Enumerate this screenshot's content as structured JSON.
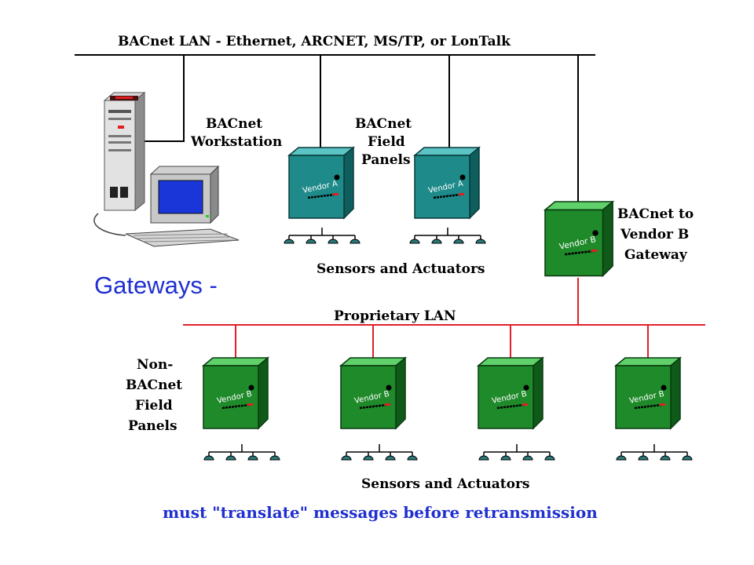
{
  "labels": {
    "bacnet_lan": "BACnet LAN - Ethernet, ARCNET, MS/TP, or LonTalk",
    "workstation": [
      "BACnet",
      "Workstation"
    ],
    "field_panels": [
      "BACnet",
      "Field",
      "Panels"
    ],
    "gateway": [
      "BACnet to",
      "Vendor B",
      "Gateway"
    ],
    "sensors_top": "Sensors and Actuators",
    "gateways_heading": "Gateways -",
    "proprietary_lan": "Proprietary LAN",
    "non_bacnet": [
      "Non-",
      "BACnet",
      "Field",
      "Panels"
    ],
    "sensors_bottom": "Sensors and Actuators",
    "caption": "must \"translate\" messages before retransmission"
  },
  "devices": {
    "vendor_a": "Vendor A",
    "vendor_b": "Vendor B"
  },
  "colors": {
    "bacnet_line": "#000000",
    "proprietary_line": "#e0202a",
    "vendor_a_panel": "#1e8a8a",
    "vendor_b_panel": "#1f8a2a",
    "caption_blue": "#1f2fd0",
    "monitor_screen": "#1a35d8"
  }
}
